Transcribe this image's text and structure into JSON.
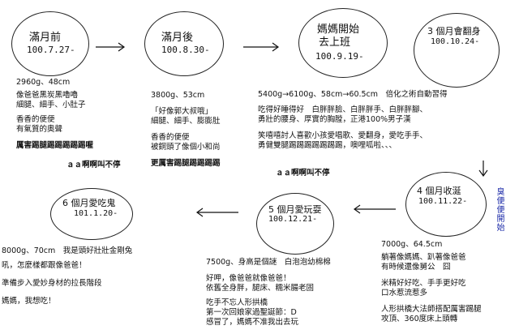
{
  "stage1": {
    "title": "滿月前",
    "date": "100.7.27-",
    "lines": [
      "2960g、48cm",
      "像爸爸黑炭黑嚕嚕",
      "細腿、細手、小肚子",
      "香香的便便",
      "有氣質的奧聲",
      "厲害踢腿踢踢踢踢踢喔"
    ]
  },
  "stage2": {
    "title": "滿月後",
    "date": "100.8.30-",
    "lines": [
      "3800g、53cm",
      "「好像郭大叔哦」",
      "細腿、細手、膨膨肚",
      "香香的便便",
      "被銅頭了像個小和尚",
      "更厲害踢腿踢踢踢踢"
    ]
  },
  "stage3": {
    "title": "媽媽開始",
    "title2": "去上班",
    "date": "100.9.19-",
    "lines": [
      "5400g→6100g、58cm→60.5cm　倍化之術自動習得",
      "吃得好睡得好　白胖胖臉、白胖胖手、白胖胖腳、",
      "勇壯的腰身、厚實的胸膛，正港100%男子漢",
      "笑嘻嘻討人喜歡小孩愛唱歌、愛翻身，愛吃手手、",
      "勇健雙腿踢踢踢踢踢踢踢，噢哩呱啦、、、"
    ]
  },
  "stage4": {
    "title": "3 個月會翻身",
    "date": "100.10.24-"
  },
  "stage5": {
    "title": "4 個月收涎",
    "date": "100.11.22-",
    "lines": [
      "7000g、64.5cm",
      "躺著像媽媽、趴著像爸爸",
      "有時候還像舅公　囧",
      "米精好好吃、手手更好吃",
      "口水惹流惹多",
      "人形拱橋大法師搭配厲害踢腿",
      "攻頂、360度床上頭轉"
    ]
  },
  "stage6": {
    "title": "5 個月愛玩耍",
    "date": "100.12.21-",
    "lines": [
      "7500g、身高是個謎　白泡泡幼棉棉",
      "好呷，像爸爸就像爸爸！",
      "依舊全身胖，腿床、糯米腸老固",
      "吃手不忘人形拱橋",
      "第一次回娘家過聖誕節：D",
      "感冒了，媽媽不准我出去玩"
    ]
  },
  "stage7": {
    "title": "6 個月愛吃鬼",
    "date": "101.1.20-",
    "lines": [
      "8000g、70cm　我是頭好壯壯金剛兔",
      "吼，怎麼樣都跟像爸爸！",
      "準備步入愛妙身材的拉長階段",
      "媽媽，我想吃！"
    ]
  },
  "ah1": "ａａ啊啊叫不停",
  "ah2": "ａａ啊啊叫不停",
  "side_note": "臭便便開始"
}
